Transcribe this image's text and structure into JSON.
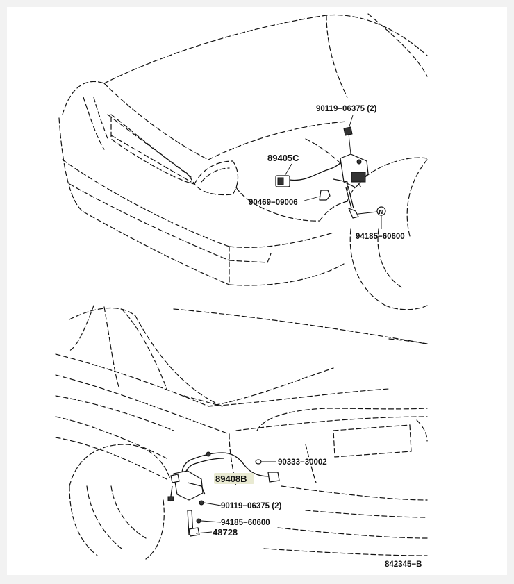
{
  "labels": {
    "front_bolt": "90119−06375 (2)",
    "front_sensor": "89405C",
    "front_clip": "90469−09006",
    "front_nut": "94185−60600",
    "rear_grommet": "90333−30002",
    "rear_sensor": "89408B",
    "rear_bolt": "90119−06375 (2)",
    "rear_nut": "94185−60600",
    "rear_bracket": "48728",
    "nut_symbol": "N"
  },
  "diagram_code": "842345−B",
  "colors": {
    "line": "#111111",
    "highlight": "#e9ead2",
    "background": "#ffffff"
  }
}
